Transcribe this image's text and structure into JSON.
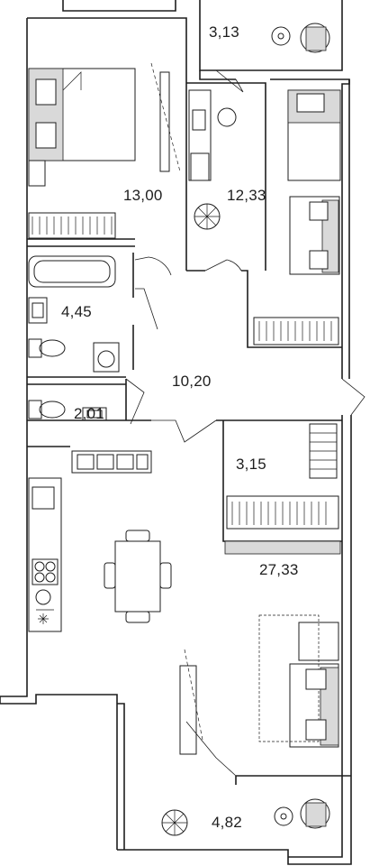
{
  "rooms": [
    {
      "id": "balcony-top",
      "area": "3,13"
    },
    {
      "id": "bedroom-main",
      "area": "13,00"
    },
    {
      "id": "bedroom-second",
      "area": "12,33"
    },
    {
      "id": "bathroom",
      "area": "4,45"
    },
    {
      "id": "hallway",
      "area": "10,20"
    },
    {
      "id": "toilet",
      "area": "2,01"
    },
    {
      "id": "closet",
      "area": "3,15"
    },
    {
      "id": "kitchen-living",
      "area": "27,33"
    },
    {
      "id": "balcony-bottom",
      "area": "4,82"
    }
  ],
  "colors": {
    "wall": "#1e1e1e",
    "furniture_fill": "#d9d9d9",
    "background": "#ffffff"
  }
}
